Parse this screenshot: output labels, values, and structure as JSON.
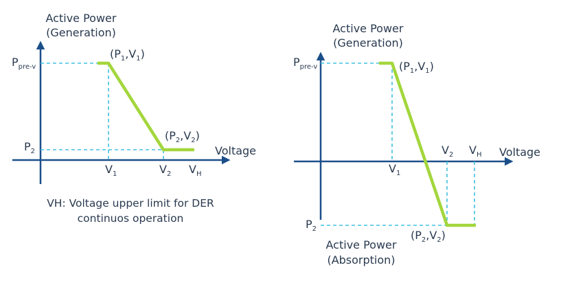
{
  "colors": {
    "axis": "#1b4f8a",
    "guide": "#41c0e0",
    "curve": "#a3d63c",
    "text": "#2a3a50"
  },
  "left": {
    "y_axis_title_line1": "Active Power",
    "y_axis_title_line2": "(Generation)",
    "x_axis_title": "Voltage",
    "p_pre_main": "P",
    "p_pre_sub": "pre-v",
    "p2_main": "P",
    "p2_sub": "2",
    "v1_main": "V",
    "v1_sub": "1",
    "v2_main": "V",
    "v2_sub": "2",
    "vh_main": "V",
    "vh_sub": "H",
    "point1": {
      "open": "(P",
      "s1": "1",
      "mid": ",V",
      "s2": "1",
      "close": ")"
    },
    "point2": {
      "open": "(P",
      "s1": "2",
      "mid": ",V",
      "s2": "2",
      "close": ")"
    },
    "note_line1": "VH: Voltage upper limit for DER",
    "note_line2": "continuos operation"
  },
  "right": {
    "y_axis_title_line1": "Active Power",
    "y_axis_title_line2": "(Generation)",
    "y_neg_title_line1": "Active Power",
    "y_neg_title_line2": "(Absorption)",
    "x_axis_title": "Voltage",
    "p_pre_main": "P",
    "p_pre_sub": "pre-v",
    "p2_main": "P",
    "p2_sub": "2",
    "v1_main": "V",
    "v1_sub": "1",
    "v2_main": "V",
    "v2_sub": "2",
    "vh_main": "V",
    "vh_sub": "H",
    "point1": {
      "open": "(P",
      "s1": "1",
      "mid": ",V",
      "s2": "1",
      "close": ")"
    },
    "point2": {
      "open": "(P",
      "s1": "2",
      "mid": ",V",
      "s2": "2",
      "close": ")"
    }
  }
}
